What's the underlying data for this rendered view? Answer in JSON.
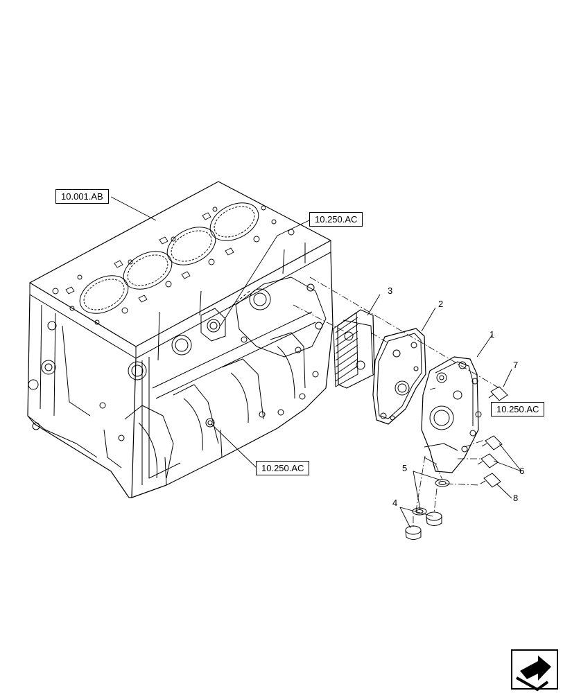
{
  "references": {
    "engine_block": "10.001.AB",
    "top_link": "10.250.AC",
    "right_link": "10.250.AC",
    "bottom_link": "10.250.AC"
  },
  "callouts": [
    "1",
    "2",
    "3",
    "4",
    "5",
    "6",
    "7",
    "8"
  ],
  "nav_icon": "next-page-arrow-icon"
}
